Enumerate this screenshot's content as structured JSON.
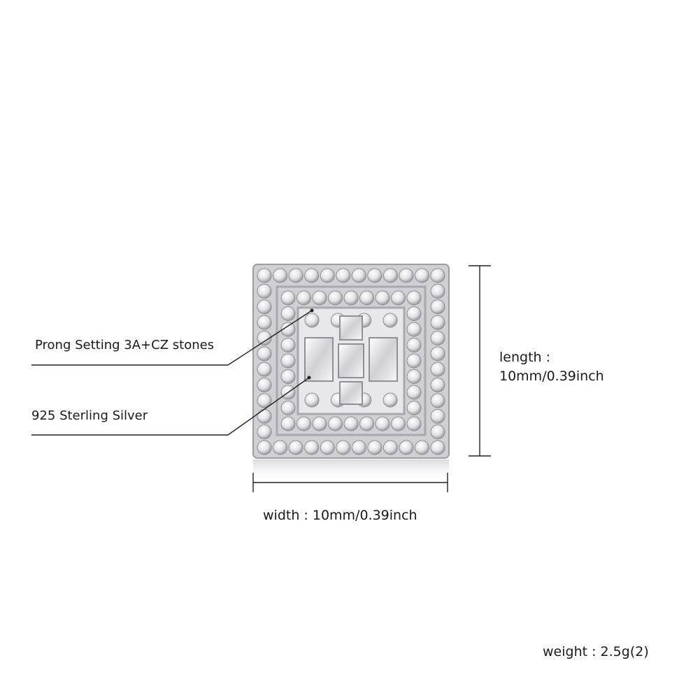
{
  "annotations": {
    "prong": "Prong Setting 3A+CZ stones",
    "silver": "925 Sterling Silver",
    "length_label": "length :",
    "length_value": "10mm/0.39inch",
    "width": "width : 10mm/0.39inch",
    "weight": "weight : 2.5g(2)"
  },
  "colors": {
    "metal": "#d9d9dc",
    "stone": "#f4f4f6",
    "stone_edge": "#9a9aa0",
    "line": "#222222"
  }
}
